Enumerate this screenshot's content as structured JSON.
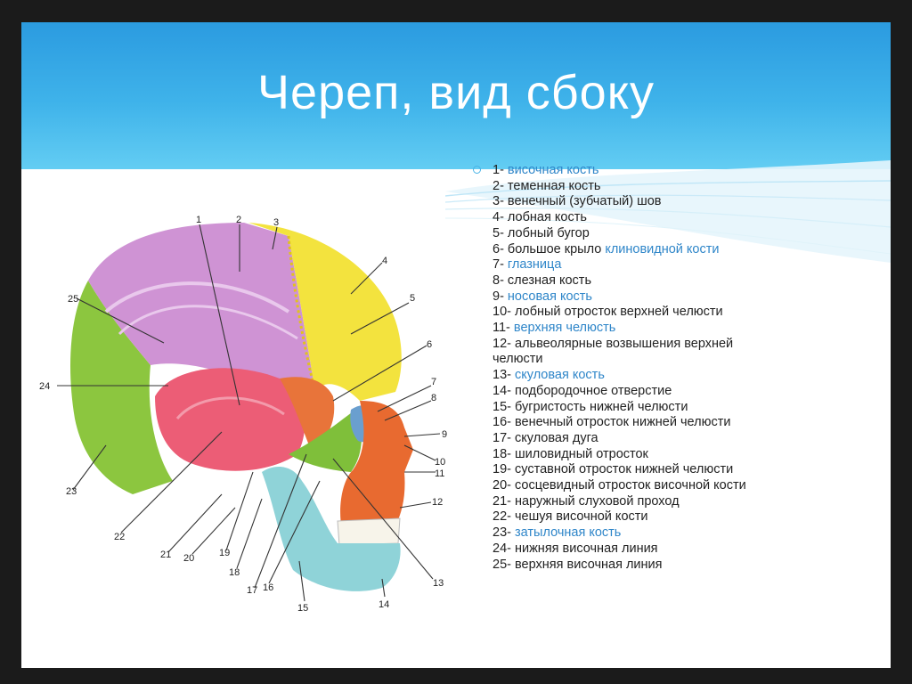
{
  "slide": {
    "title": "Череп, вид сбоку"
  },
  "legend": [
    {
      "prefix": "1- ",
      "text": "височная кость",
      "highlight": "all"
    },
    {
      "prefix": "2- ",
      "text": "теменная кость"
    },
    {
      "prefix": "3- ",
      "text": "венечный (зубчатый) шов"
    },
    {
      "prefix": "4- ",
      "text": "лобная кость"
    },
    {
      "prefix": "5- ",
      "text": "лобный бугор"
    },
    {
      "prefix": "6- ",
      "text": "большое крыло ",
      "hl": "клиновидной кости"
    },
    {
      "prefix": "7- ",
      "text": "глазница",
      "highlight": "all"
    },
    {
      "prefix": "8- ",
      "text": "слезная кость"
    },
    {
      "prefix": "9- ",
      "text": "носовая кость",
      "highlight": "all"
    },
    {
      "prefix": "10- ",
      "text": "лобный отросток верхней челюсти"
    },
    {
      "prefix": "11- ",
      "text": "верхняя челюсть",
      "highlight": "all"
    },
    {
      "prefix": "12- ",
      "text": "альвеолярные возвышения верхней"
    },
    {
      "prefix": "",
      "text": "челюсти"
    },
    {
      "prefix": "13- ",
      "text": "скуловая кость",
      "highlight": "all"
    },
    {
      "prefix": "14- ",
      "text": "подбородочное отверстие"
    },
    {
      "prefix": "15- ",
      "text": "бугристость нижней челюсти"
    },
    {
      "prefix": "16- ",
      "text": "венечный отросток нижней челюсти"
    },
    {
      "prefix": "17- ",
      "text": "скуловая дуга"
    },
    {
      "prefix": "18- ",
      "text": "шиловидный отросток"
    },
    {
      "prefix": "19- ",
      "text": "суставной отросток нижней челюсти"
    },
    {
      "prefix": "20- ",
      "text": "сосцевидный отросток височной кости"
    },
    {
      "prefix": "21- ",
      "text": "наружный слуховой проход"
    },
    {
      "prefix": "22- ",
      "text": "чешуя височной кости"
    },
    {
      "prefix": "23- ",
      "text": "затылочная кость",
      "highlight": "all"
    },
    {
      "prefix": "24- ",
      "text": "нижняя височная линия"
    },
    {
      "prefix": "25- ",
      "text": "верхняя височная линия"
    }
  ],
  "figure_labels": [
    "1",
    "2",
    "3",
    "4",
    "5",
    "6",
    "7",
    "8",
    "9",
    "10",
    "11",
    "12",
    "13",
    "14",
    "15",
    "16",
    "17",
    "18",
    "19",
    "20",
    "21",
    "22",
    "23",
    "24",
    "25"
  ],
  "colors": {
    "banner": "#3aaee8",
    "highlight": "#2f86c9",
    "parietal": "#c98fd0",
    "frontal": "#f2e23c",
    "temporal": "#e9566f",
    "sphenoid": "#e8743a",
    "occipital": "#8cc63f",
    "zygomatic": "#7fbf3a",
    "mandible": "#8fd3d8",
    "maxilla": "#e8632c"
  }
}
